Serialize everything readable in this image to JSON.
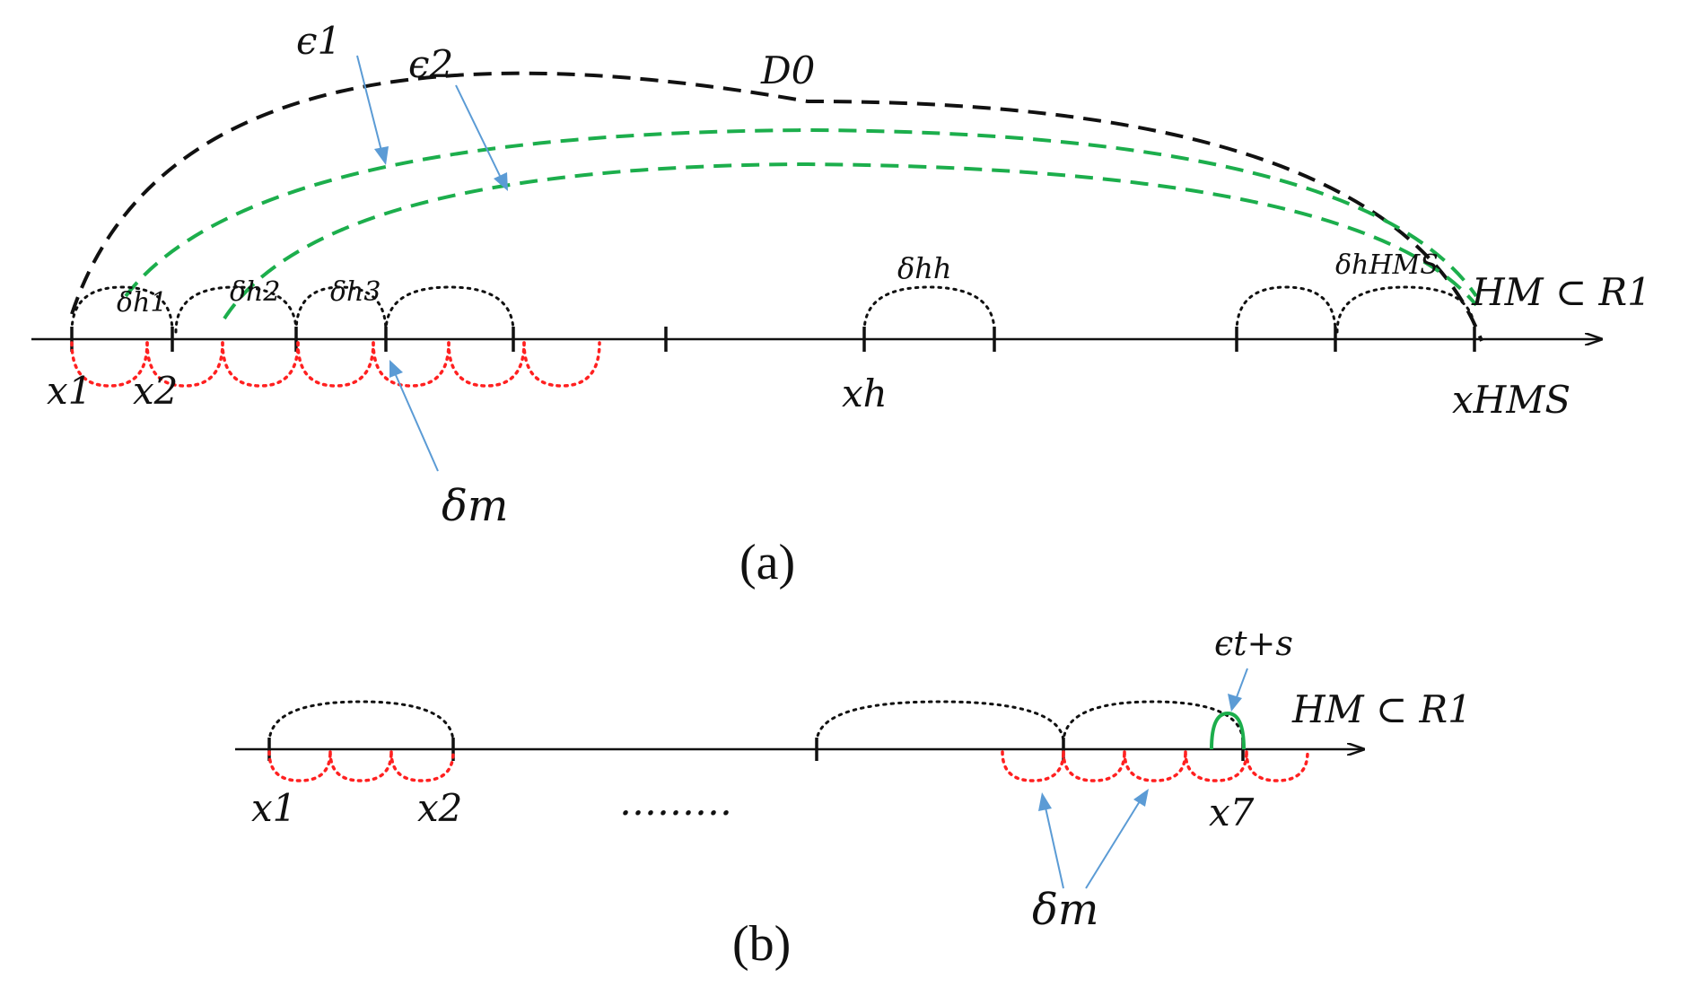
{
  "panel_a": {
    "caption": "(a)",
    "labels": {
      "eps1": "ϵ1",
      "eps2": "ϵ2",
      "d0": "D0",
      "delta_h1": "δh1",
      "delta_h2": "δh2",
      "delta_h3": "δh3",
      "delta_hh": "δhh",
      "delta_hhms": "δhHMS",
      "delta_m": "δm",
      "axis": "HM ⊂ R1",
      "x1": "x1",
      "x2": "x2",
      "xh": "xh",
      "xhms": "xHMS"
    }
  },
  "panel_b": {
    "caption": "(b)",
    "labels": {
      "eps_ts": "ϵt+s",
      "axis": "HM ⊂ R1",
      "x1": "x1",
      "x2": "x2",
      "ellipsis": "………",
      "x7": "x7",
      "delta_m": "δm"
    }
  },
  "colors": {
    "axis": "#111111",
    "black_arcs": "#111111",
    "red_arcs": "#ff2020",
    "green_arcs": "#1cae4c",
    "pointers": "#5b9bd5"
  }
}
